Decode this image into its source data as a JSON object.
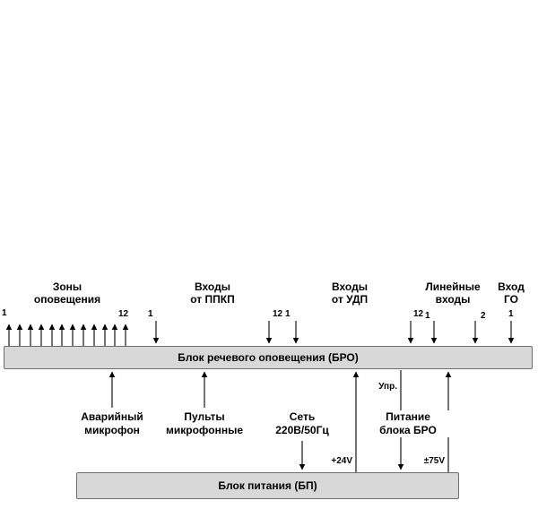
{
  "diagram": {
    "top_groups": {
      "zones": {
        "line1": "Зоны",
        "line2": "оповещения",
        "first": "1",
        "last": "12"
      },
      "ppkp": {
        "line1": "Входы",
        "line2": "от ППКП",
        "first": "1",
        "last": "12"
      },
      "udp": {
        "line1": "Входы",
        "line2": "от УДП",
        "first": "1",
        "last": "12"
      },
      "linear": {
        "line1": "Линейные",
        "line2": "входы",
        "first": "1",
        "last": "2"
      },
      "go": {
        "line1": "Вход",
        "line2": "ГО",
        "first": "1"
      }
    },
    "blocks": {
      "bro": "Блок речевого оповещения (БРО)",
      "bp": "Блок питания (БП)"
    },
    "bottom_labels": {
      "mic": {
        "line1": "Аварийный",
        "line2": "микрофон"
      },
      "consoles": {
        "line1": "Пульты",
        "line2": "микрофонные"
      },
      "mains": {
        "line1": "Сеть",
        "line2": "220В/50Гц"
      },
      "power_bro": {
        "line1": "Питание",
        "line2": "блока БРО"
      },
      "control": "Упр.",
      "v24": "+24V",
      "v75": "±75V"
    },
    "colors": {
      "block_fill": "#d8d8d8",
      "block_border": "#6e6e6e",
      "line": "#000000",
      "text": "#000000",
      "background": "#ffffff"
    }
  }
}
